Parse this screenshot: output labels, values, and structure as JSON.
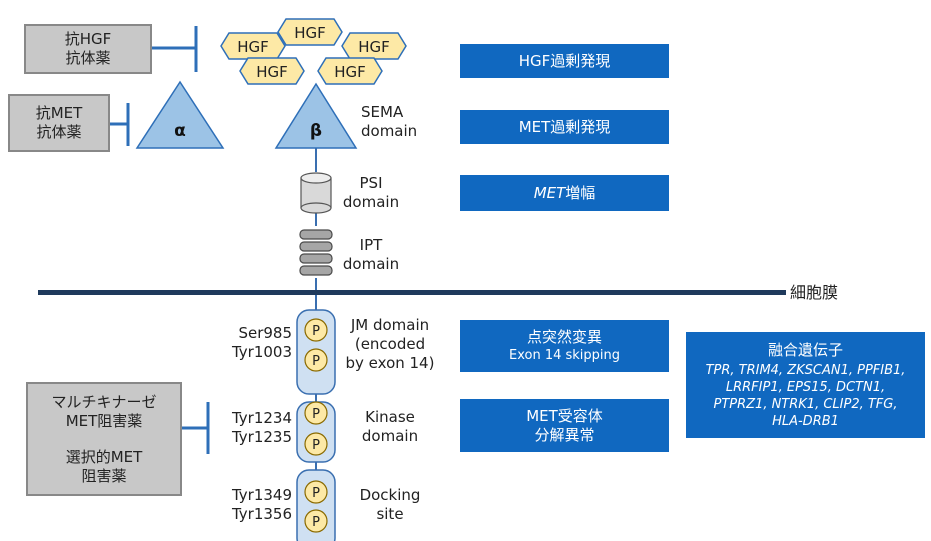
{
  "drugs": {
    "anti_hgf": [
      "抗HGF",
      "抗体薬"
    ],
    "anti_met": [
      "抗MET",
      "抗体薬"
    ],
    "multikinase": [
      "マルチキナーゼ",
      "MET阻害薬"
    ],
    "selective": [
      "選択的MET",
      "阻害薬"
    ]
  },
  "hgf_label": "HGF",
  "subunits": {
    "alpha": "α",
    "beta": "β"
  },
  "domains": {
    "sema": [
      "SEMA",
      "domain"
    ],
    "psi": [
      "PSI",
      "domain"
    ],
    "ipt": [
      "IPT",
      "domain"
    ],
    "jm": [
      "JM domain",
      "(encoded",
      "by exon 14)"
    ],
    "kinase": [
      "Kinase",
      "domain"
    ],
    "docking": [
      "Docking",
      "site"
    ]
  },
  "membrane_label": "細胞膜",
  "phospho_label": "P",
  "residues": {
    "jm": [
      "Ser985",
      "Tyr1003"
    ],
    "kinase": [
      "Tyr1234",
      "Tyr1235"
    ],
    "docking": [
      "Tyr1349",
      "Tyr1356"
    ]
  },
  "alterations": {
    "hgf_over": "HGF過剰発現",
    "met_over": "MET過剰発現",
    "amp_gene": "MET",
    "amp_suffix": "増幅",
    "point_mut": "点突然変異",
    "exon14": "Exon 14 skipping",
    "degradation": [
      "MET受容体",
      "分解異常"
    ],
    "fusion_title": "融合遺伝子",
    "fusion_genes": [
      "TPR, TRIM4, ZKSCAN1, PPFIB1,",
      "LRRFIP1, EPS15, DCTN1,",
      "PTPRZ1, NTRK1, CLIP2, TFG,",
      "HLA-DRB1"
    ]
  },
  "colors": {
    "alteration_box": "#1068c0",
    "hexagon_fill": "#fde9a6",
    "hexagon_stroke": "#2e6fb8",
    "triangle_fill": "#9cc3e6",
    "drug_box": "#c8c8c8",
    "membrane": "#1f3a5c",
    "phospho_fill": "#fde9a6"
  }
}
